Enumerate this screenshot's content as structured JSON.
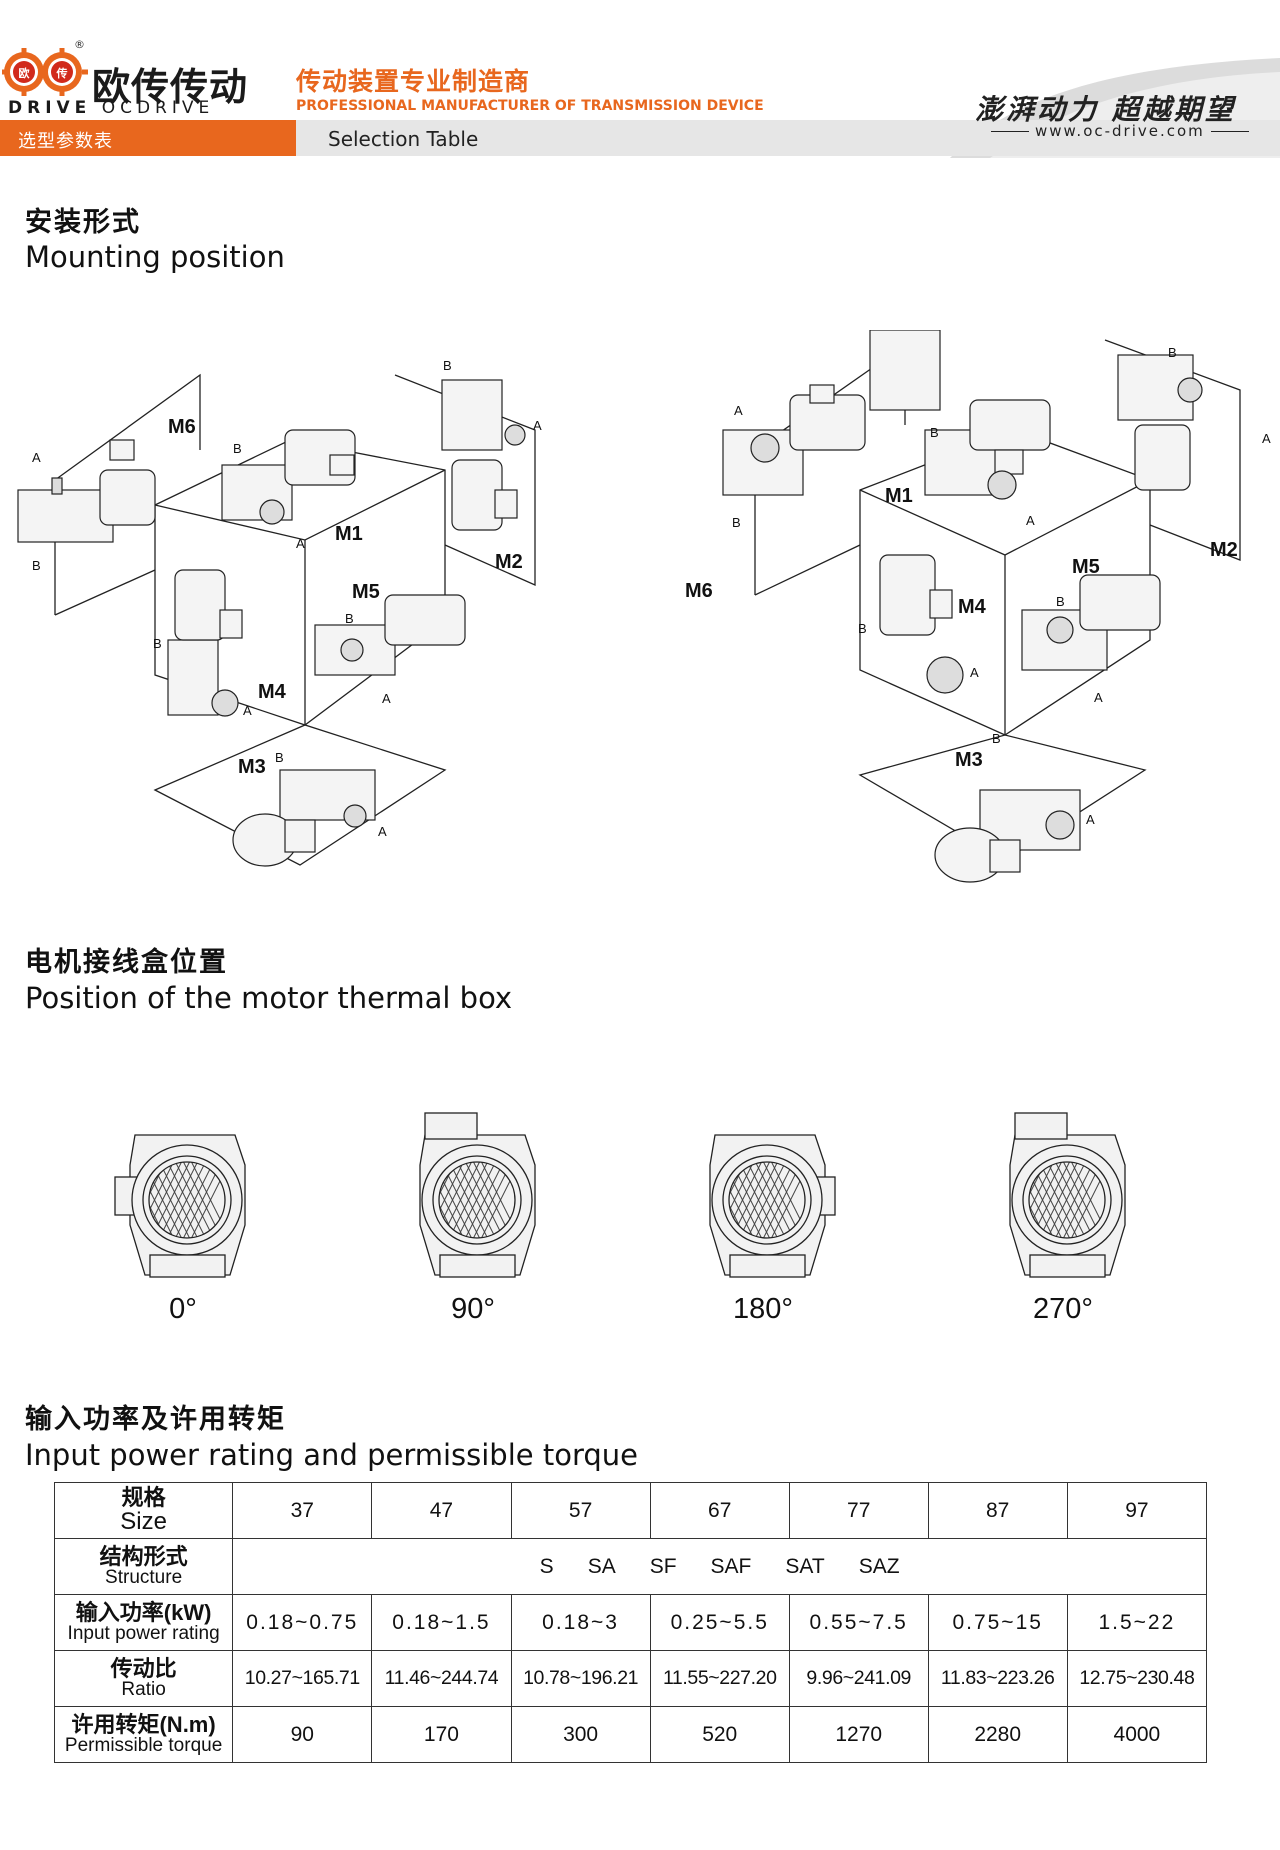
{
  "header": {
    "logo_cn": "欧传传动",
    "logo_en_bold": "DRIVE",
    "logo_en": "OCDRIVE",
    "logo_badge_left": "欧",
    "logo_badge_right": "传",
    "registered": "®",
    "tagline_cn": "传动装置专业制造商",
    "tagline_en": "PROFESSIONAL MANUFACTURER OF TRANSMISSION DEVICE",
    "tab_cn": "选型参数表",
    "tab_en": "Selection Table",
    "slogan": "澎湃动力 超越期望",
    "website": "www.oc-drive.com"
  },
  "mounting": {
    "title_cn": "安装形式",
    "title_en": "Mounting position",
    "left_labels": {
      "m1": "M1",
      "m2": "M2",
      "m3": "M3",
      "m4": "M4",
      "m5": "M5",
      "m6": "M6",
      "a": "A",
      "b": "B"
    },
    "right_labels": {
      "m1": "M1",
      "m2": "M2",
      "m3": "M3",
      "m4": "M4",
      "m5": "M5",
      "m6": "M6",
      "a": "A",
      "b": "B"
    }
  },
  "terminal_box": {
    "title_cn": "电机接线盒位置",
    "title_en": "Position of the motor thermal box",
    "positions": [
      "0°",
      "90°",
      "180°",
      "270°"
    ]
  },
  "power": {
    "title_cn": "输入功率及许用转矩",
    "title_en": "Input power rating and permissible torque",
    "rows": {
      "size": {
        "cn": "规格",
        "en": "Size",
        "values": [
          "37",
          "47",
          "57",
          "67",
          "77",
          "87",
          "97"
        ]
      },
      "structure": {
        "cn": "结构形式",
        "en": "Structure",
        "values": [
          "S",
          "SA",
          "SF",
          "SAF",
          "SAT",
          "SAZ"
        ]
      },
      "input_power": {
        "cn": "输入功率(kW)",
        "en": "Input power rating",
        "values": [
          "0.18~0.75",
          "0.18~1.5",
          "0.18~3",
          "0.25~5.5",
          "0.55~7.5",
          "0.75~15",
          "1.5~22"
        ]
      },
      "ratio": {
        "cn": "传动比",
        "en": "Ratio",
        "values": [
          "10.27~165.71",
          "11.46~244.74",
          "10.78~196.21",
          "11.55~227.20",
          "9.96~241.09",
          "11.83~223.26",
          "12.75~230.48"
        ]
      },
      "torque": {
        "cn": "许用转矩(N.m)",
        "en": "Permissible torque",
        "values": [
          "90",
          "170",
          "300",
          "520",
          "1270",
          "2280",
          "4000"
        ]
      }
    }
  }
}
